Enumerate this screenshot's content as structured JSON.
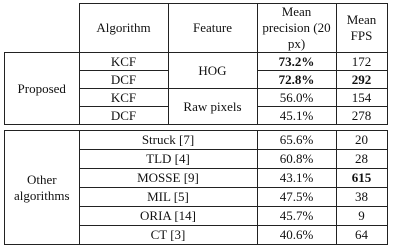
{
  "headers": {
    "algorithm": "Algorithm",
    "feature": "Feature",
    "mean_precision": "Mean precision (20 px)",
    "mean_fps": "Mean FPS"
  },
  "groups": {
    "proposed": "Proposed",
    "other": "Other algorithms"
  },
  "proposed_rows": [
    {
      "algorithm": "KCF",
      "feature": "HOG",
      "precision": "73.2%",
      "fps": "172"
    },
    {
      "algorithm": "DCF",
      "feature": "HOG",
      "precision": "72.8%",
      "fps": "292"
    },
    {
      "algorithm": "KCF",
      "feature": "Raw pixels",
      "precision": "56.0%",
      "fps": "154"
    },
    {
      "algorithm": "DCF",
      "feature": "Raw pixels",
      "precision": "45.1%",
      "fps": "278"
    }
  ],
  "features": {
    "hog": "HOG",
    "raw_pixels": "Raw pixels"
  },
  "other_rows": [
    {
      "algorithm": "Struck [7]",
      "precision": "65.6%",
      "fps": "20"
    },
    {
      "algorithm": "TLD [4]",
      "precision": "60.8%",
      "fps": "28"
    },
    {
      "algorithm": "MOSSE [9]",
      "precision": "43.1%",
      "fps": "615"
    },
    {
      "algorithm": "MIL [5]",
      "precision": "47.5%",
      "fps": "38"
    },
    {
      "algorithm": "ORIA [14]",
      "precision": "45.7%",
      "fps": "9"
    },
    {
      "algorithm": "CT [3]",
      "precision": "40.6%",
      "fps": "64"
    }
  ]
}
